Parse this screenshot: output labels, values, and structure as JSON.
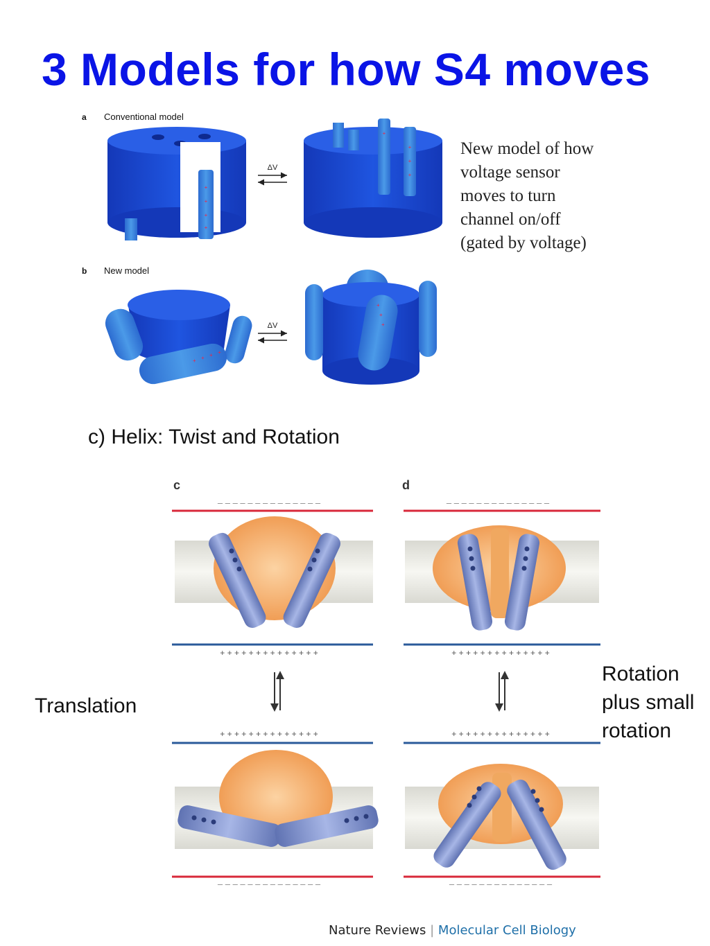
{
  "title": "3 Models for how S4 moves",
  "top_figure": {
    "panel_a": {
      "letter": "a",
      "label": "Conventional model"
    },
    "panel_b": {
      "letter": "b",
      "label": "New model"
    },
    "arrow_label": "ΔV",
    "caption_lines": [
      "New model of how",
      "voltage sensor",
      "moves to turn",
      "channel on/off",
      "(gated by voltage)"
    ]
  },
  "section_heading": "c) Helix: Twist and Rotation",
  "bottom_figure": {
    "panel_c_letter": "c",
    "panel_d_letter": "d",
    "minus_row": "– – – – – – – – – – – – – –",
    "plus_row": "+ + + + + + + + + + + + + +"
  },
  "left_label": "Translation",
  "right_label_lines": [
    "Rotation",
    "plus small",
    "rotation"
  ],
  "credit": {
    "publisher": "Nature Reviews",
    "separator": "|",
    "journal": "Molecular Cell Biology"
  },
  "colors": {
    "title": "#0a14e6",
    "protein": "#1a47d6",
    "helix": "#3f8fe0",
    "membrane_red": "#d8283a",
    "membrane_blue": "#2a5a9a",
    "orange": "#f0a050",
    "rod": "#7a8fc8"
  }
}
